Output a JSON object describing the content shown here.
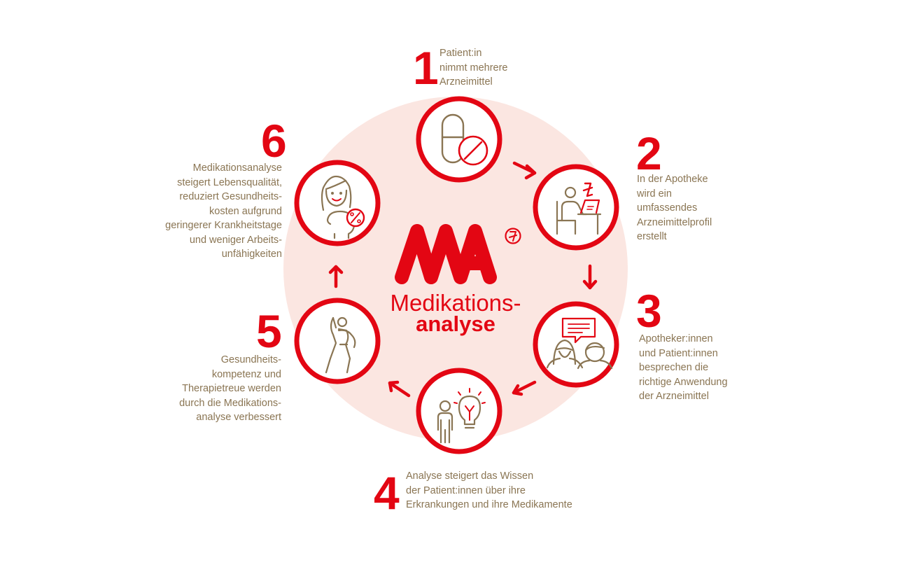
{
  "logo": {
    "line1": "Medikations-",
    "line2": "analyse"
  },
  "steps": [
    {
      "number": "1",
      "icon": "pill-capsule-icon",
      "lines": [
        "Patient:in",
        "nimmt mehrere",
        "Arzneimittel"
      ]
    },
    {
      "number": "2",
      "icon": "pharmacist-laptop-icon",
      "lines": [
        "In der Apotheke",
        "wird ein",
        "umfassendes",
        "Arzneimittelprofil",
        "erstellt"
      ]
    },
    {
      "number": "3",
      "icon": "consultation-speech-icon",
      "lines": [
        "Apotheker:innen",
        "und Patient:innen",
        "besprechen die",
        "richtige Anwendung",
        "der Arzneimittel"
      ]
    },
    {
      "number": "4",
      "icon": "person-lightbulb-icon",
      "lines": [
        "Analyse steigert das Wissen",
        "der Patient:innen über ihre",
        "Erkrankungen und ihre Medikamente"
      ]
    },
    {
      "number": "5",
      "icon": "stretching-person-icon",
      "lines": [
        "Gesundheits-",
        "kompetenz und",
        "Therapietreue werden",
        "durch die Medikations-",
        "analyse verbessert"
      ]
    },
    {
      "number": "6",
      "icon": "woman-piggybank-percent-icon",
      "lines": [
        "Medikationsanalyse",
        "steigert Lebensqualität,",
        "reduziert Gesundheits-",
        "kosten aufgrund",
        "geringerer Krankheitstage",
        "und weniger Arbeits-",
        "unfähigkeiten"
      ]
    }
  ],
  "colors": {
    "red": "#e30613",
    "brown": "#8a7553",
    "blush": "#fbe6e1"
  }
}
